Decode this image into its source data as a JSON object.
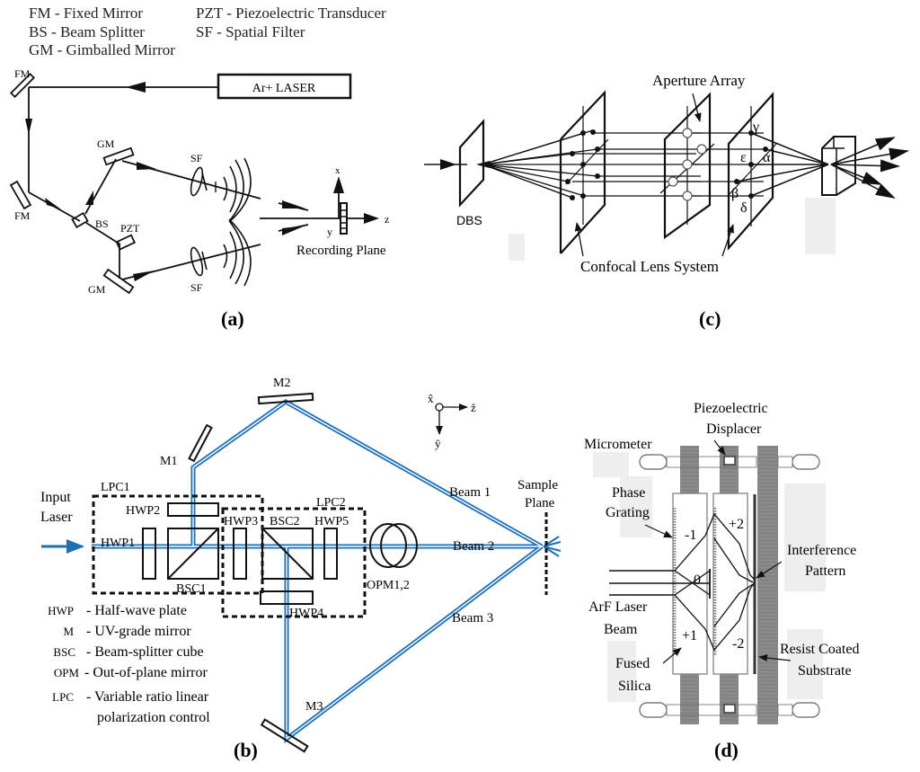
{
  "figure": {
    "panel_a": {
      "caption": "(a)",
      "legend": [
        "FM - Fixed Mirror",
        "BS - Beam Splitter",
        "GM - Gimballed Mirror",
        "PZT - Piezoelectric Transducer",
        "SF - Spatial Filter"
      ],
      "labels": {
        "laser": "Ar+ LASER",
        "fm_top": "FM",
        "fm_bottom": "FM",
        "gm_top": "GM",
        "gm_bottom": "GM",
        "bs": "BS",
        "pzt": "PZT",
        "sf_top": "SF",
        "sf_bottom": "SF",
        "axis_x": "x",
        "axis_y": "y",
        "axis_z": "z",
        "recording_plane": "Recording Plane"
      }
    },
    "panel_b": {
      "caption": "(b)",
      "beam_color": "#1f6fb5",
      "labels": {
        "input_laser_1": "Input",
        "input_laser_2": "Laser",
        "m1": "M1",
        "m2": "M2",
        "m3": "M3",
        "lpc1": "LPC1",
        "lpc2": "LPC2",
        "hwp1": "HWP1",
        "hwp2": "HWP2",
        "hwp3": "HWP3",
        "hwp4": "HWP4",
        "hwp5": "HWP5",
        "bsc1": "BSC1",
        "bsc2": "BSC2",
        "opm": "OPM1,2",
        "beam1": "Beam 1",
        "beam2": "Beam 2",
        "beam3": "Beam 3",
        "sample_plane_1": "Sample",
        "sample_plane_2": "Plane",
        "axis_x": "x̂",
        "axis_y": "ŷ",
        "axis_z": "ẑ"
      },
      "legend": [
        {
          "abbr": "HWP",
          "desc": "- Half-wave plate"
        },
        {
          "abbr": "M",
          "desc": "- UV-grade mirror"
        },
        {
          "abbr": "BSC",
          "desc": "- Beam-splitter cube"
        },
        {
          "abbr": "OPM",
          "desc": "- Out-of-plane mirror"
        },
        {
          "abbr": "LPC",
          "desc": "- Variable ratio linear"
        },
        {
          "abbr": "",
          "desc": "polarization control"
        }
      ]
    },
    "panel_c": {
      "caption": "(c)",
      "labels": {
        "dbs": "DBS",
        "aperture_array": "Aperture Array",
        "confocal": "Confocal Lens System",
        "gamma": "γ",
        "alpha": "α",
        "epsilon": "ε",
        "beta": "β",
        "delta": "δ"
      }
    },
    "panel_d": {
      "caption": "(d)",
      "labels": {
        "piezo_1": "Piezoelectric",
        "piezo_2": "Displacer",
        "micrometer": "Micrometer",
        "phase_1": "Phase",
        "phase_2": "Grating",
        "interference_1": "Interference",
        "interference_2": "Pattern",
        "arf_1": "ArF Laser",
        "arf_2": "Beam",
        "resist_1": "Resist Coated",
        "resist_2": "Substrate",
        "fused_1": "Fused",
        "fused_2": "Silica",
        "order_m1": "-1",
        "order_p2": "+2",
        "order_0": "0",
        "order_p1": "+1",
        "order_m2": "-2"
      }
    }
  }
}
